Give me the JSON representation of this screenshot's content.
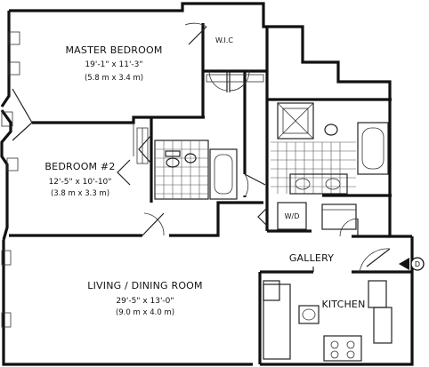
{
  "rooms": {
    "master_bedroom": {
      "name": "MASTER BEDROOM",
      "dim_ft": "19'-1\" x 11'-3\"",
      "dim_m": "(5.8 m x 3.4 m)"
    },
    "bedroom2": {
      "name": "BEDROOM #2",
      "dim_ft": "12'-5\" x 10'-10\"",
      "dim_m": "(3.8 m x 3.3 m)"
    },
    "living": {
      "name": "LIVING / DINING ROOM",
      "dim_ft": "29'-5\" x 13'-0\"",
      "dim_m": "(9.0 m x 4.0 m)"
    },
    "kitchen": {
      "name": "KITCHEN"
    },
    "gallery": {
      "name": "GALLERY"
    },
    "wic": {
      "name": "W.I.C"
    },
    "wd": {
      "name": "W/D"
    }
  },
  "entry_marker": {
    "letter": "D"
  }
}
